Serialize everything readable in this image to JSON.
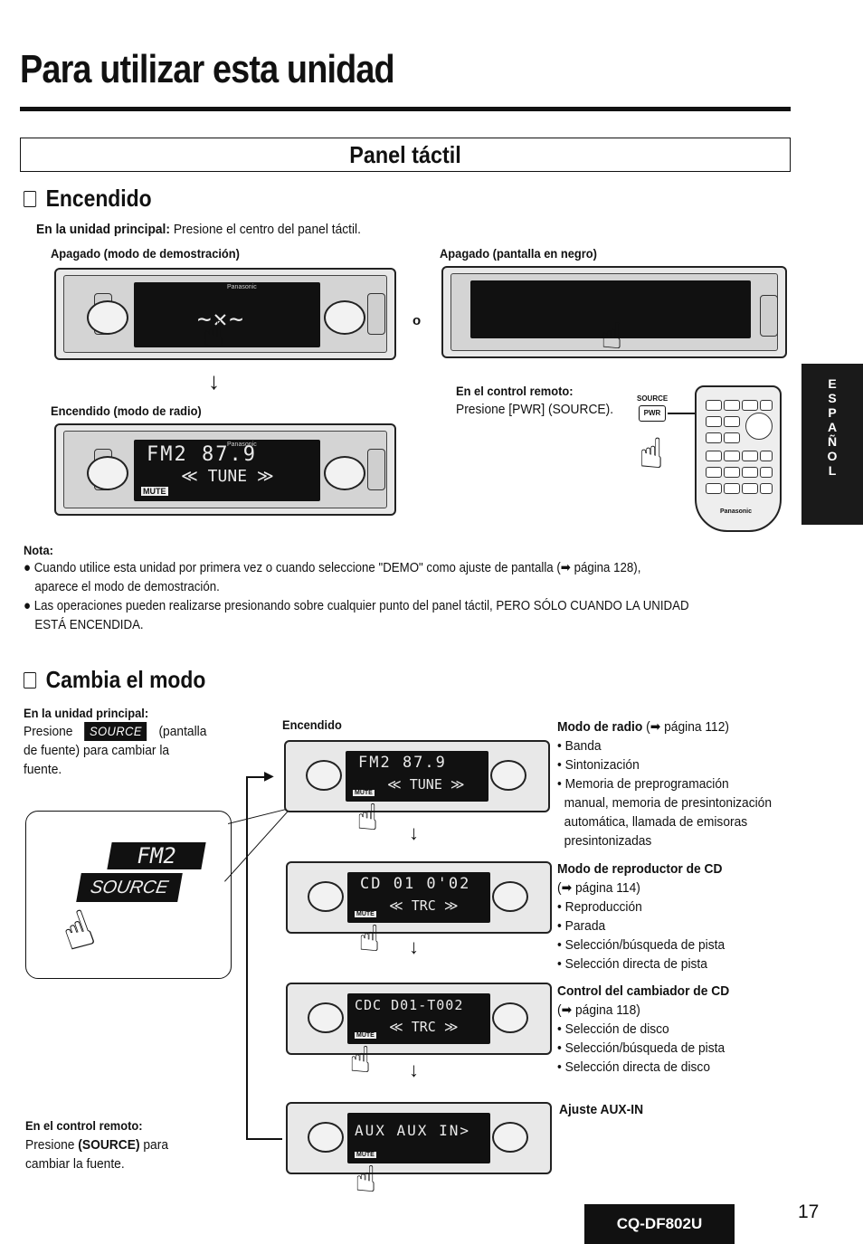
{
  "page": {
    "title": "Para utilizar esta unidad",
    "model": "CQ-DF802U",
    "page_number": "17",
    "language_tab": [
      "E",
      "S",
      "P",
      "A",
      "Ñ",
      "O",
      "L"
    ]
  },
  "panel": {
    "title": "Panel táctil"
  },
  "encendido": {
    "heading": "Encendido",
    "intro_bold": "En la unidad principal:",
    "intro_text": " Presione el centro del panel táctil.",
    "label_demo": "Apagado (modo de demostración)",
    "label_black": "Apagado (pantalla en negro)",
    "or": "o",
    "label_radio": "Encendido (modo de radio)",
    "remote_heading": "En el control remoto:",
    "remote_text": "Presione [PWR] (SOURCE).",
    "source_small": "SOURCE",
    "pwr_small": "PWR",
    "radio_lcd_line1": "FM2    87.9",
    "radio_lcd_line2": "≪ TUNE ≫",
    "brand": "Panasonic"
  },
  "nota": {
    "heading": "Nota:",
    "bullet1": "Cuando utilice esta unidad por primera vez o cuando seleccione \"DEMO\" como ajuste de pantalla (➡ página 128),",
    "bullet1_cont": "aparece el modo de demostración.",
    "bullet2": "Las operaciones pueden realizarse presionando sobre cualquier punto del panel táctil, PERO SÓLO CUANDO LA UNIDAD",
    "bullet2_cont": "ESTÁ ENCENDIDA."
  },
  "cambia": {
    "heading": "Cambia el modo",
    "main_heading": "En la unidad principal:",
    "presione": "Presione",
    "source_label": "SOURCE",
    "main_text_1": "(pantalla",
    "main_text_2": "de  fuente)  para  cambiar  la",
    "main_text_3": "fuente.",
    "encendido": "Encendido",
    "inset_top": "FM2",
    "inset_bottom": "SOURCE",
    "remote_heading": "En el control remoto:",
    "remote_text_1": "Presione ",
    "remote_text_bold": "(SOURCE)",
    "remote_text_2": " para",
    "remote_text_3": "cambiar la fuente.",
    "displays": [
      {
        "line1": "FM2    87.9",
        "line2": "≪ TUNE ≫",
        "mute": "MUTE"
      },
      {
        "line1": "CD  01  0'02",
        "line2": "≪ TRC ≫",
        "mute": "MUTE"
      },
      {
        "line1": "CDC D01-T002",
        "line2": "≪ TRC ≫",
        "mute": "MUTE"
      },
      {
        "line1": "AUX  AUX IN>",
        "line2": "",
        "mute": "MUTE"
      }
    ],
    "modes": [
      {
        "title": "Modo de radio",
        "ref": " (➡ página 112)",
        "items": [
          "• Banda",
          "• Sintonización",
          "• Memoria de preprogramación",
          "  manual, memoria de presintonización",
          "  automática, llamada de emisoras",
          "  presintonizadas"
        ]
      },
      {
        "title": "Modo de reproductor de CD",
        "ref": "(➡ página 114)",
        "items": [
          "• Reproducción",
          "• Parada",
          "• Selección/búsqueda de pista",
          "• Selección directa de pista"
        ]
      },
      {
        "title": "Control del cambiador de CD",
        "ref": "(➡ página 118)",
        "items": [
          "• Selección de disco",
          "• Selección/búsqueda de pista",
          "• Selección directa de disco"
        ]
      },
      {
        "title": "Ajuste AUX-IN",
        "ref": "",
        "items": []
      }
    ]
  }
}
